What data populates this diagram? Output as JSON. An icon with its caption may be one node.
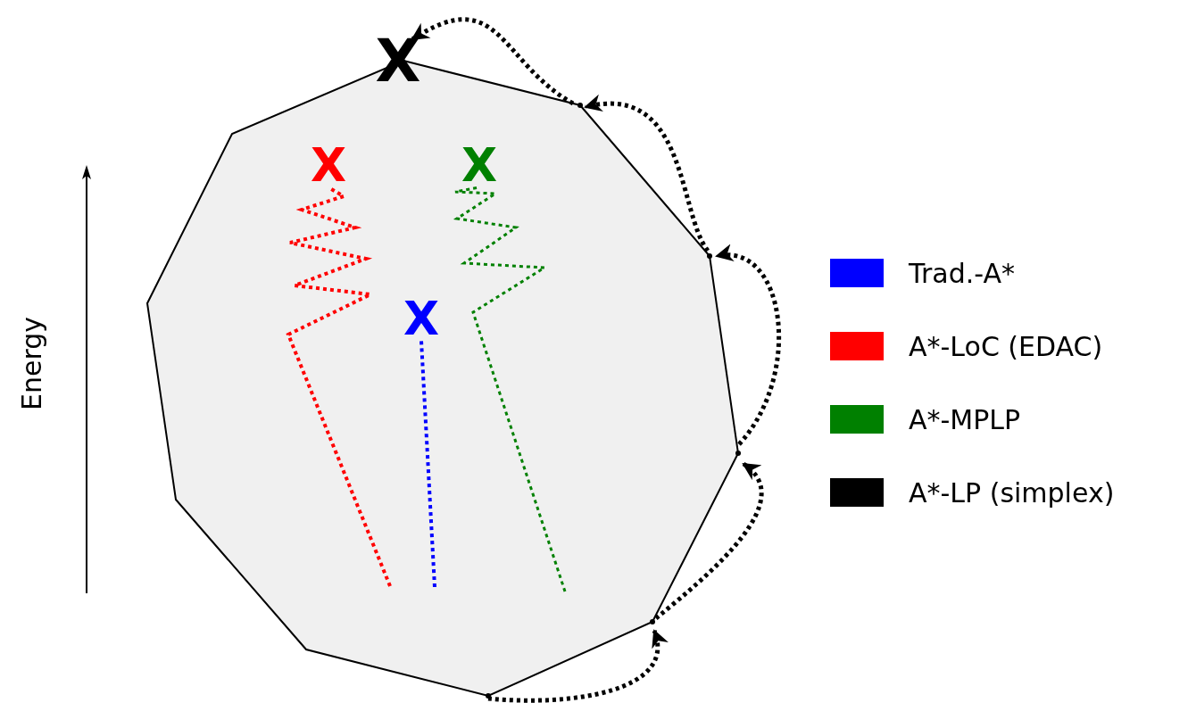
{
  "diagram": {
    "nodes": [
      {
        "text": [],
        "shape": "polygon"
      },
      {
        "text": [
          "X"
        ]
      },
      {
        "text": [
          "X"
        ],
        "in": 0
      },
      {
        "text": [
          "X"
        ],
        "in": 0
      },
      {
        "text": [
          "X"
        ],
        "in": 0
      },
      {
        "text": [],
        "shape": "point"
      },
      {
        "text": [],
        "shape": "point"
      },
      {
        "text": [],
        "shape": "point"
      },
      {
        "text": [],
        "shape": "point"
      },
      {
        "text": [],
        "shape": "point"
      }
    ],
    "edges": [
      {
        "from": 5,
        "to": 6,
        "arrow": "to",
        "style": "dashed"
      },
      {
        "from": 6,
        "to": 7,
        "arrow": "to",
        "style": "dashed"
      },
      {
        "from": 7,
        "to": 8,
        "arrow": "to",
        "style": "dashed"
      },
      {
        "from": 8,
        "to": 9,
        "arrow": "to",
        "style": "dashed"
      },
      {
        "from": 9,
        "to": 1,
        "arrow": "to",
        "style": "dashed"
      },
      {
        "from": null,
        "to": 2,
        "arrow": "none",
        "style": "dashed",
        "color": "#ff0000"
      },
      {
        "from": null,
        "to": 3,
        "arrow": "none",
        "style": "dashed",
        "color": "#008000"
      },
      {
        "from": null,
        "to": 4,
        "arrow": "none",
        "style": "dashed",
        "color": "#0000ff"
      }
    ],
    "labels": [
      "Energy"
    ],
    "legend": [
      {
        "text": "Trad.-A*",
        "color": "#0000ff"
      },
      {
        "text": "A*-LoC (EDAC)",
        "color": "#ff0000"
      },
      {
        "text": "A*-MPLP",
        "color": "#008000"
      },
      {
        "text": "A*-LP (simplex)",
        "color": "#000000"
      }
    ]
  }
}
